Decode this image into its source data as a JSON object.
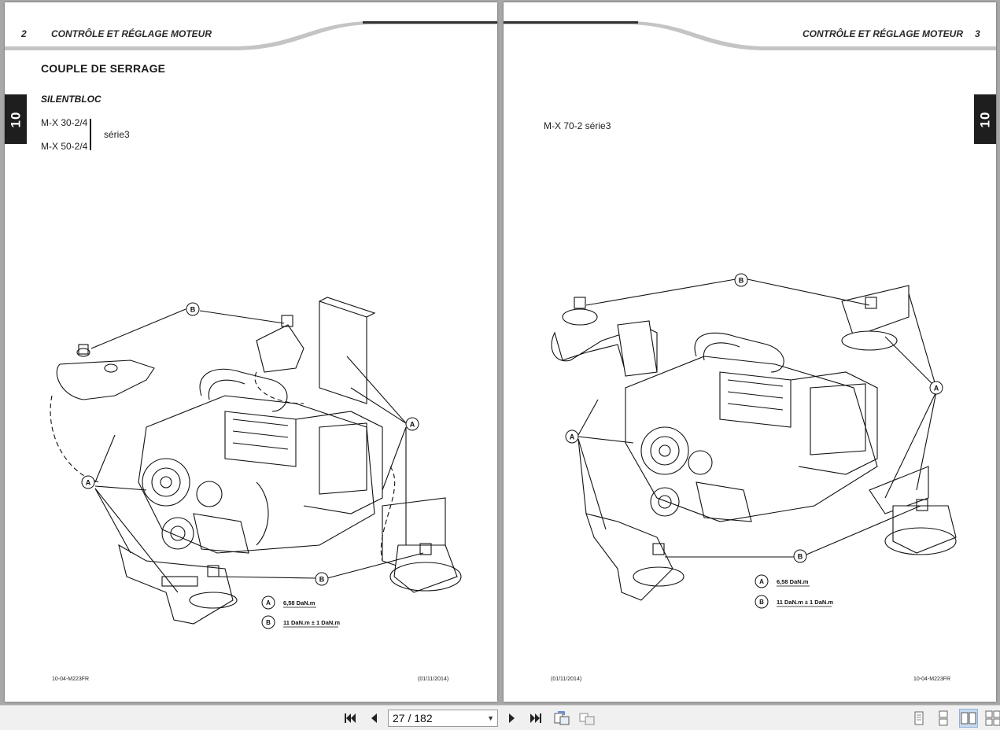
{
  "left_page": {
    "page_number": "2",
    "header_title": "CONTRÔLE ET RÉGLAGE MOTEUR",
    "tab_label": "10",
    "section_title": "COUPLE DE SERRAGE",
    "subsection_title": "SILENTBLOC",
    "models": [
      "M-X 30-2/4",
      "M-X 50-2/4"
    ],
    "series": "série3",
    "legend": [
      {
        "letter": "A",
        "value": "6,58 DaN.m"
      },
      {
        "letter": "B",
        "value": "11 DaN.m ± 1 DaN.m"
      }
    ],
    "footer_ref": "10-04-M223FR",
    "footer_date": "(01/11/2014)"
  },
  "right_page": {
    "page_number": "3",
    "header_title": "CONTRÔLE ET RÉGLAGE MOTEUR",
    "tab_label": "10",
    "model_series": "M-X 70-2 série3",
    "legend": [
      {
        "letter": "A",
        "value": "6,58 DaN.m"
      },
      {
        "letter": "B",
        "value": "11 DaN.m ± 1 DaN.m"
      }
    ],
    "footer_date": "(01/11/2014)",
    "footer_ref": "10-04-M223FR"
  },
  "callout_letters": {
    "a": "A",
    "b": "B"
  },
  "toolbar": {
    "page_indicator": "27 / 182"
  },
  "icons": [
    "first-page-icon",
    "previous-page-icon",
    "next-page-icon",
    "last-page-icon",
    "fit-page-icon",
    "fit-width-icon",
    "single-page-icon",
    "continuous-page-icon",
    "two-page-icon",
    "continuous-two-page-icon"
  ]
}
